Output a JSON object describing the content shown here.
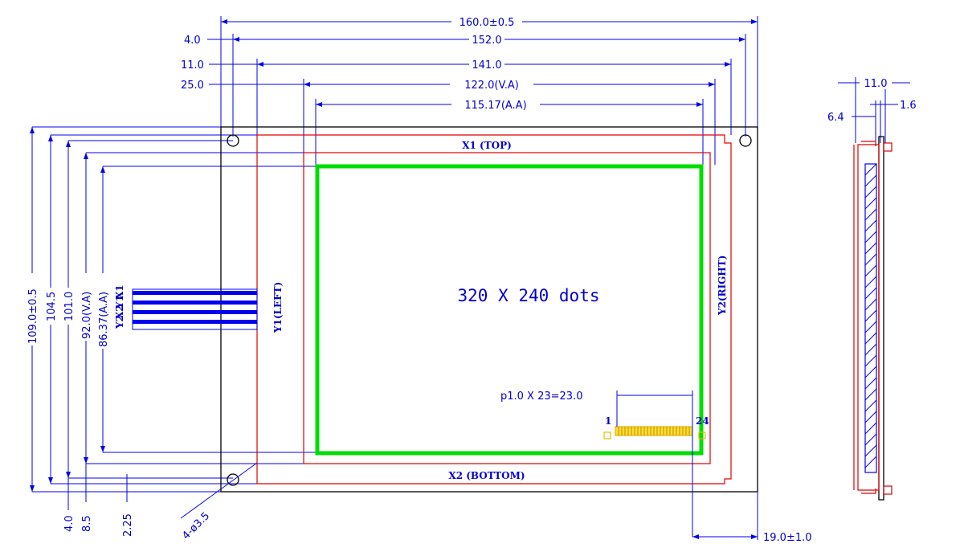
{
  "colors": {
    "outline": "#000000",
    "touch_panel": "#e00000",
    "active_area": "#00dd00",
    "dimension": "#0000cc",
    "connector": "#ffcc00"
  },
  "dimensions": {
    "overall_width": "160.0±0.5",
    "hole_pitch_width": "152.0",
    "touch_panel_width": "141.0",
    "view_area_width": "122.0(V.A)",
    "active_area_width": "115.17(A.A)",
    "hole_offset_x": "4.0",
    "touch_offset_x": "11.0",
    "view_offset_x": "25.0",
    "overall_height": "109.0±0.5",
    "touch_panel_height": "104.5",
    "hole_pitch_height": "101.0",
    "view_area_height": "92.0(V.A)",
    "active_area_height": "86.37(A.A)",
    "hole_offset_y": "4.0",
    "view_offset_y": "8.5",
    "touch_offset_y": "2.25",
    "holes": "4-ø3.5",
    "pin_pitch": "p1.0 X 23=23.0",
    "connector_offset": "19.0±1.0",
    "side_thickness": "11.0",
    "side_panel": "6.4",
    "side_tp": "1.6"
  },
  "labels": {
    "resolution": "320 X 240 dots",
    "top_electrode": "X1 (TOP)",
    "bottom_electrode": "X2 (BOTTOM)",
    "left_electrode": "Y1(LEFT)",
    "right_electrode": "Y2(RIGHT)",
    "pin_first": "1",
    "pin_last": "24",
    "tail_pins": [
      "X1",
      "Y1",
      "X2",
      "Y2"
    ]
  }
}
